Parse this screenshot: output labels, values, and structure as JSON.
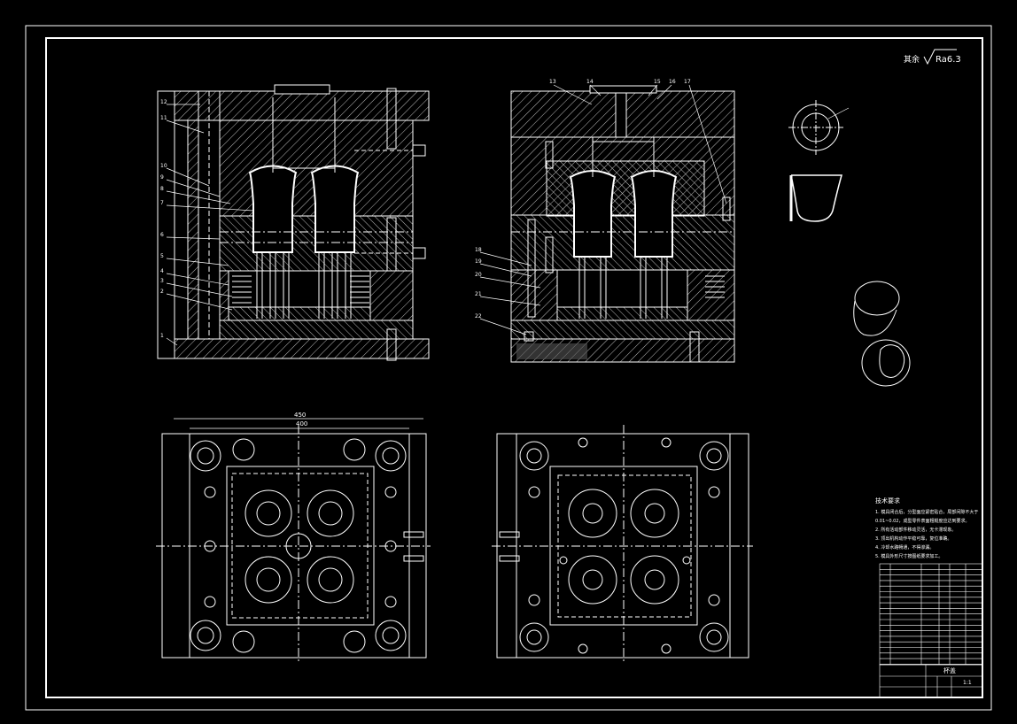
{
  "drawing": {
    "roughness_prefix": "其余",
    "roughness_value": "Ra6.3",
    "colors": {
      "background": "#000000",
      "line": "#ffffff",
      "hatch": "#cfcfcf",
      "red": "#ff3b3b",
      "yellow": "#ffe15a",
      "green": "#39d86a",
      "cyan": "#4fd7ff"
    }
  },
  "section_left": {
    "part_numbers": [
      "12",
      "11",
      "10",
      "9",
      "8",
      "7",
      "6",
      "5",
      "4",
      "3",
      "2",
      "1"
    ]
  },
  "section_right": {
    "top_part_numbers": [
      "13",
      "14",
      "15",
      "16",
      "17"
    ],
    "left_part_numbers": [
      "18",
      "19",
      "20",
      "21",
      "22"
    ]
  },
  "plan_left": {
    "dim_outer": "450",
    "dim_inner": "400"
  },
  "tech_requirements": {
    "title": "技术要求",
    "lines": [
      "1. 模具闭合后，分型面应紧密贴合，局部间隙不大于",
      "0.01~0.02，成型零件表面粗糙度应达到要求。",
      "2. 所有活动部件移动灵活，无卡滞现象。",
      "3. 顶出机构动作平稳可靠，复位准确。",
      "4. 冷却水路畅通，不得渗漏。",
      "5. 模具外形尺寸按图纸要求加工。"
    ]
  },
  "title_block": {
    "drawing_name": "杯盖",
    "scale": "1:1"
  }
}
